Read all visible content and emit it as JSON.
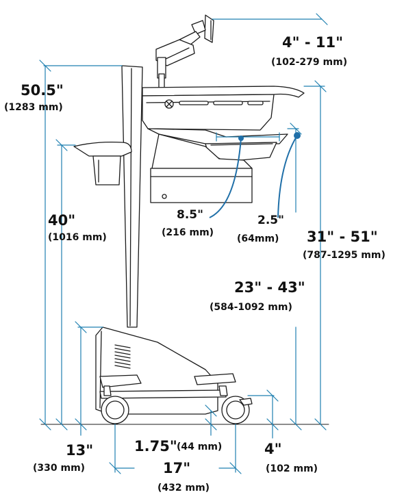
{
  "colors": {
    "line": "#1a1a1a",
    "dimension": "#1f7fb0",
    "accent": "#1f6fa8",
    "fill": "#ffffff"
  },
  "labels": {
    "arm_reach": "4\" - 11\"",
    "arm_reach_mm": "(102-279 mm)",
    "overall_height": "50.5\"",
    "overall_height_mm": "(1283 mm)",
    "basket_height": "40\"",
    "basket_height_mm": "(1016 mm)",
    "tray_width": "8.5\"",
    "tray_width_mm": "(216 mm)",
    "tray_depth": "2.5\"",
    "tray_depth_mm": "(64mm)",
    "worksurface_height": "31\" - 51\"",
    "worksurface_height_mm": "(787-1295 mm)",
    "keyboard_height": "23\" - 43\"",
    "keyboard_height_mm": "(584-1092 mm)",
    "base_height": "13\"",
    "base_height_mm": "(330 mm)",
    "clearance": "1.75\"",
    "clearance_mm": "(44 mm)",
    "wheel_height": "4\"",
    "wheel_height_mm": "(102 mm)",
    "base_depth": "17\"",
    "base_depth_mm": "(432 mm)"
  }
}
